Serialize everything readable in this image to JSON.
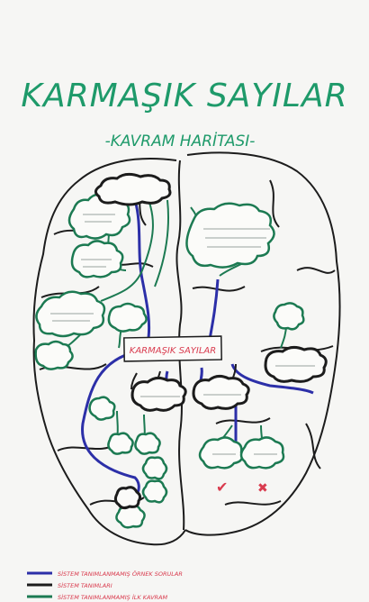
{
  "title": "KARMAŞIK     SAYILAR",
  "subtitle": "-KAVRAM HARİTASI-",
  "central_label": "KARMAŞIK SAYILAR",
  "check_mark": "✔",
  "cross_mark": "✖",
  "legend": [
    {
      "text": "SİSTEM TANIMLANMAMIŞ ÖRNEK SORULAR",
      "color": "#2c2fa8"
    },
    {
      "text": "SİSTEM TANIMLARI",
      "color": "#1c1c1c"
    },
    {
      "text": "SİSTEM TANIMLANMAMIŞ İLK KAVRAM",
      "color": "#1c7a52"
    }
  ],
  "colors": {
    "blue": "#2c2fa8",
    "green": "#1c7a52",
    "black": "#1c1c1c",
    "red": "#d93b4e"
  }
}
